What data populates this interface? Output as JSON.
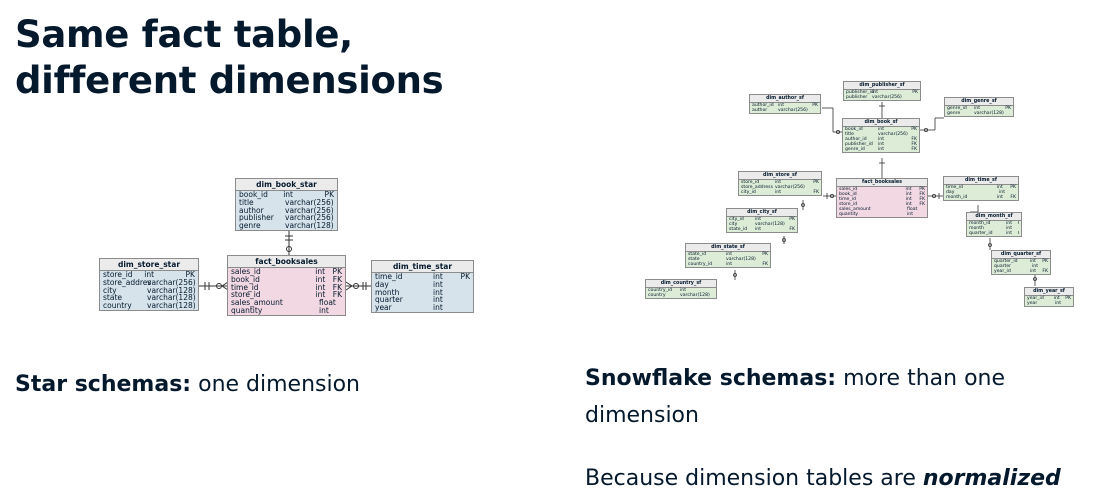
{
  "title": "Same fact table, different dimensions",
  "captions": {
    "star_bold": "Star schemas:",
    "star_rest": " one dimension",
    "snow_bold": "Snowflake schemas:",
    "snow_rest": " more than one dimension",
    "norm_text": "Because dimension tables are ",
    "norm_em": "normalized"
  },
  "star_schema": {
    "tables": [
      {
        "id": "dim_book_star",
        "name": "dim_book_star",
        "kind": "dim",
        "cols": [
          [
            "book_id",
            "int",
            "PK"
          ],
          [
            "title",
            "varchar(256)",
            ""
          ],
          [
            "author",
            "varchar(256)",
            ""
          ],
          [
            "publisher",
            "varchar(256)",
            ""
          ],
          [
            "genre",
            "varchar(128)",
            ""
          ]
        ]
      },
      {
        "id": "fact_booksales",
        "name": "fact_booksales",
        "kind": "fact",
        "cols": [
          [
            "sales_id",
            "int",
            "PK"
          ],
          [
            "book_id",
            "int",
            "FK"
          ],
          [
            "time_id",
            "int",
            "FK"
          ],
          [
            "store_id",
            "int",
            "FK"
          ],
          [
            "sales_amount",
            "float",
            ""
          ],
          [
            "quantity",
            "int",
            ""
          ]
        ]
      },
      {
        "id": "dim_store_star",
        "name": "dim_store_star",
        "kind": "dim",
        "cols": [
          [
            "store_id",
            "int",
            "PK"
          ],
          [
            "store_addres",
            "varchar(256)",
            ""
          ],
          [
            "city",
            "varchar(128)",
            ""
          ],
          [
            "state",
            "varchar(128)",
            ""
          ],
          [
            "country",
            "varchar(128)",
            ""
          ]
        ]
      },
      {
        "id": "dim_time_star",
        "name": "dim_time_star",
        "kind": "dim",
        "cols": [
          [
            "time_id",
            "int",
            "PK"
          ],
          [
            "day",
            "int",
            ""
          ],
          [
            "month",
            "int",
            ""
          ],
          [
            "quarter",
            "int",
            ""
          ],
          [
            "year",
            "int",
            ""
          ]
        ]
      }
    ]
  },
  "snowflake_schema": {
    "tables": [
      {
        "id": "dim_publisher_sf",
        "name": "dim_publisher_sf",
        "kind": "green",
        "cols": [
          [
            "publisher_id",
            "int",
            "PK"
          ],
          [
            "publisher",
            "varchar(256)",
            ""
          ]
        ]
      },
      {
        "id": "dim_author_sf",
        "name": "dim_author_sf",
        "kind": "green",
        "cols": [
          [
            "author_id",
            "int",
            "PK"
          ],
          [
            "author",
            "varchar(256)",
            ""
          ]
        ]
      },
      {
        "id": "dim_genre_sf",
        "name": "dim_genre_sf",
        "kind": "green",
        "cols": [
          [
            "genre_id",
            "int",
            "PK"
          ],
          [
            "genre",
            "varchar(128)",
            ""
          ]
        ]
      },
      {
        "id": "dim_book_sf",
        "name": "dim_book_sf",
        "kind": "green",
        "cols": [
          [
            "book_id",
            "int",
            "PK"
          ],
          [
            "title",
            "varchar(256)",
            ""
          ],
          [
            "author_id",
            "int",
            "FK"
          ],
          [
            "publisher_id",
            "int",
            "FK"
          ],
          [
            "genre_id",
            "int",
            "FK"
          ]
        ]
      },
      {
        "id": "dim_store_sf",
        "name": "dim_store_sf",
        "kind": "green",
        "cols": [
          [
            "store_id",
            "int",
            "PK"
          ],
          [
            "store_address",
            "varchar(256)",
            ""
          ],
          [
            "city_id",
            "int",
            "FK"
          ]
        ]
      },
      {
        "id": "fact_booksales_sf",
        "name": "fact_booksales",
        "kind": "fact",
        "cols": [
          [
            "sales_id",
            "int",
            "PK"
          ],
          [
            "book_id",
            "int",
            "FK"
          ],
          [
            "time_id",
            "int",
            "FK"
          ],
          [
            "store_id",
            "int",
            "FK"
          ],
          [
            "sales_amount",
            "float",
            ""
          ],
          [
            "quantity",
            "int",
            ""
          ]
        ]
      },
      {
        "id": "dim_time_sf",
        "name": "dim_time_sf",
        "kind": "green",
        "cols": [
          [
            "time_id",
            "int",
            "PK"
          ],
          [
            "day",
            "int",
            ""
          ],
          [
            "month_id",
            "int",
            "FK"
          ]
        ]
      },
      {
        "id": "dim_city_sf",
        "name": "dim_city_sf",
        "kind": "green",
        "cols": [
          [
            "city_id",
            "int",
            "PK"
          ],
          [
            "city",
            "varchar(128)",
            ""
          ],
          [
            "state_id",
            "int",
            "FK"
          ]
        ]
      },
      {
        "id": "dim_month_sf",
        "name": "dim_month_sf",
        "kind": "green",
        "cols": [
          [
            "month_id",
            "int",
            "PK"
          ],
          [
            "month",
            "int",
            ""
          ],
          [
            "quarter_id",
            "int",
            "FK"
          ]
        ]
      },
      {
        "id": "dim_state_sf",
        "name": "dim_state_sf",
        "kind": "green",
        "cols": [
          [
            "state_id",
            "int",
            "PK"
          ],
          [
            "state",
            "varchar(128)",
            ""
          ],
          [
            "country_id",
            "int",
            "FK"
          ]
        ]
      },
      {
        "id": "dim_quarter_sf",
        "name": "dim_quarter_sf",
        "kind": "green",
        "cols": [
          [
            "quarter_id",
            "int",
            "PK"
          ],
          [
            "quarter",
            "int",
            ""
          ],
          [
            "year_id",
            "int",
            "FK"
          ]
        ]
      },
      {
        "id": "dim_country_sf",
        "name": "dim_country_sf",
        "kind": "green",
        "cols": [
          [
            "country_id",
            "int",
            "PK"
          ],
          [
            "country",
            "varchar(128)",
            ""
          ]
        ]
      },
      {
        "id": "dim_year_sf",
        "name": "dim_year_sf",
        "kind": "green",
        "cols": [
          [
            "year_id",
            "int",
            "PK"
          ],
          [
            "year",
            "int",
            ""
          ]
        ]
      }
    ]
  }
}
